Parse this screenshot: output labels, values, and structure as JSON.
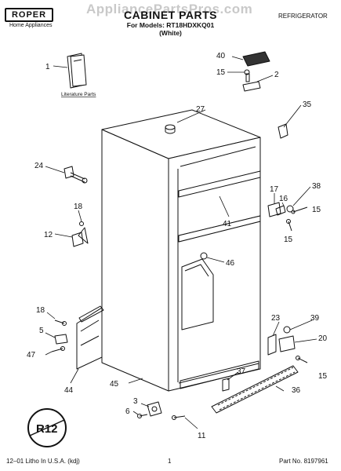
{
  "header": {
    "brand_logo": "ROPER",
    "brand_sub": "Home Appliances",
    "watermark": "AppliancePartsPros.com",
    "title": "CABINET PARTS",
    "subtitle_line1": "For Models: RT18HDXKQ01",
    "subtitle_line2": "(White)",
    "category": "REFRIGERATOR"
  },
  "diagram": {
    "literature_label": "Literature Parts",
    "r12_badge": "R12",
    "callouts": [
      "40",
      "15",
      "2",
      "1",
      "27",
      "35",
      "24",
      "17",
      "16",
      "38",
      "18",
      "15",
      "12",
      "41",
      "15",
      "46",
      "39",
      "18",
      "23",
      "20",
      "5",
      "47",
      "37",
      "15",
      "44",
      "45",
      "36",
      "3",
      "6",
      "11"
    ]
  },
  "footer": {
    "left": "12–01 Litho In U.S.A. (kdj)",
    "center": "1",
    "right": "Part No. 8197961"
  }
}
